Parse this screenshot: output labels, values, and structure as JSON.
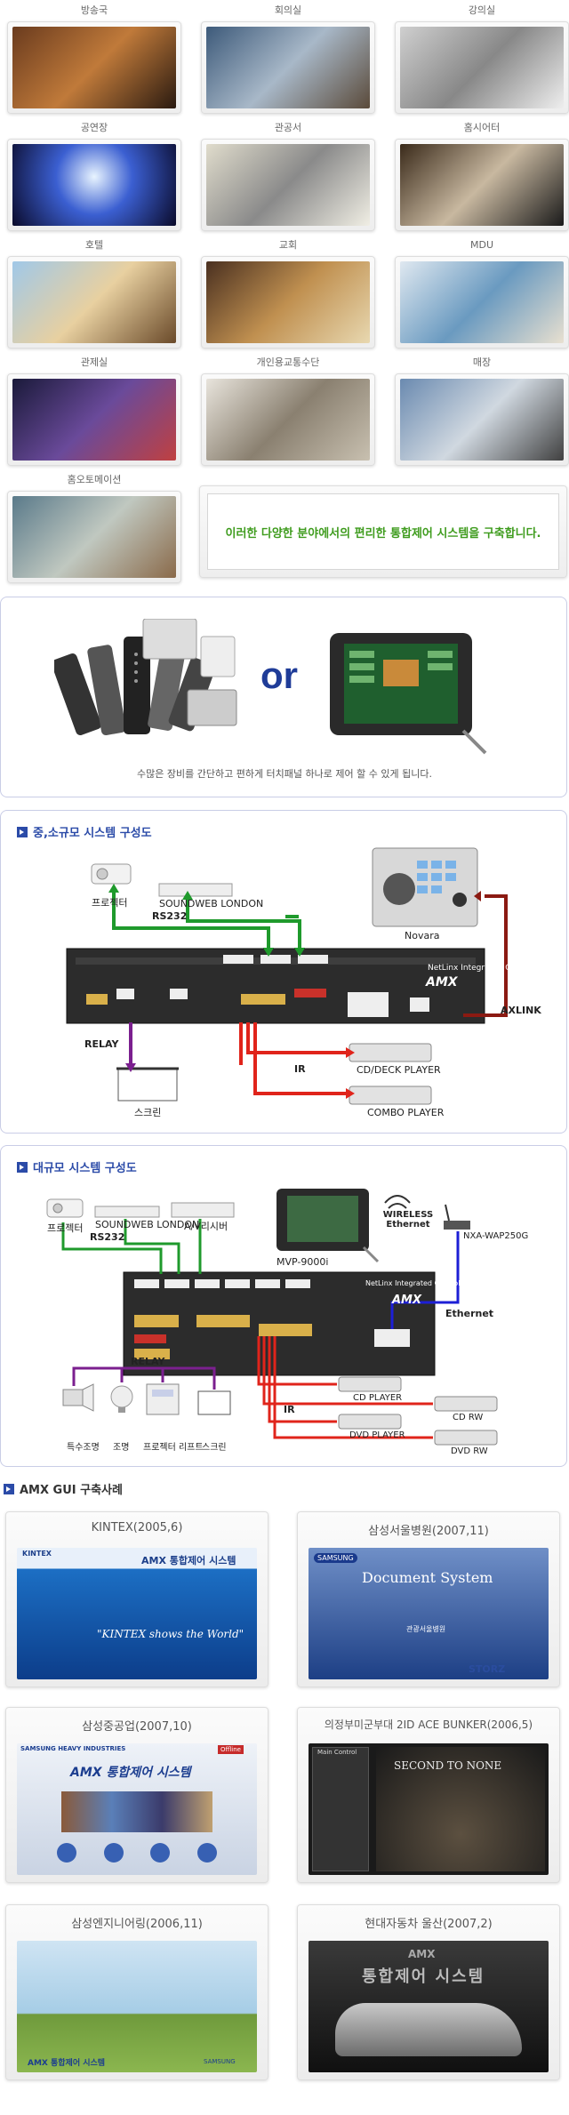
{
  "venues": [
    {
      "label": "방송국",
      "photo": "broadcast-studio"
    },
    {
      "label": "회의실",
      "photo": "meeting-room"
    },
    {
      "label": "강의실",
      "photo": "lecture-room"
    },
    {
      "label": "공연장",
      "photo": "concert-hall"
    },
    {
      "label": "관공서",
      "photo": "government-office"
    },
    {
      "label": "홈시어터",
      "photo": "home-theater"
    },
    {
      "label": "호텔",
      "photo": "hotel"
    },
    {
      "label": "교회",
      "photo": "church"
    },
    {
      "label": "MDU",
      "photo": "mdu-room"
    },
    {
      "label": "관제실",
      "photo": "control-room"
    },
    {
      "label": "개인용교통수단",
      "photo": "yacht-cockpit"
    },
    {
      "label": "매장",
      "photo": "store"
    },
    {
      "label": "홈오토메이션",
      "photo": "home-automation"
    }
  ],
  "slogan": "이러한 다양한 분야에서의 편리한 통합제어 시스템을 구축합니다.",
  "touch_panel": {
    "or_text": "or",
    "caption": "수많은 장비를 간단하고 편하게 터치패널 하나로 제어 할 수 있게 됩니다."
  },
  "small_system": {
    "title": "중,소규모 시스템 구성도",
    "labels": {
      "projector": "프로젝터",
      "soundweb": "SOUNDWEB LONDON",
      "rs232": "RS232",
      "novara": "Novara",
      "axlink": "AXLINK",
      "relay": "RELAY",
      "ir": "IR",
      "screen": "스크린",
      "cd_deck": "CD/DECK PLAYER",
      "combo": "COMBO PLAYER",
      "controller_brand": "AMX",
      "controller_name": "NetLinx Integrated Controller"
    }
  },
  "large_system": {
    "title": "대규모 시스템 구성도",
    "labels": {
      "projector": "프로젝터",
      "soundweb": "SOUNDWEB LONDON",
      "av_receiver": "A/V리시버",
      "rs232": "RS232",
      "mvp": "MVP-9000i",
      "wireless": "WIRELESS Ethernet",
      "nxa": "NXA-WAP250G",
      "ethernet": "Ethernet",
      "relay": "RELAY",
      "ir": "IR",
      "special_light": "특수조명",
      "light": "조명",
      "projector_lift": "프로젝터 리프트",
      "screen": "스크린",
      "cd_player": "CD PLAYER",
      "cd_rw": "CD RW",
      "dvd_player": "DVD PLAYER",
      "dvd_rw": "DVD RW",
      "controller_brand": "AMX",
      "controller_name": "NetLinx Integrated Controller"
    }
  },
  "gui_cases": {
    "heading": "AMX GUI 구축사례",
    "items": [
      {
        "title": "KINTEX(2005,6)",
        "screen_title": "AMX 통합제어 시스템",
        "screen_sub": "\"KINTEX shows the World\"",
        "brand": "KINTEX"
      },
      {
        "title": "삼성서울병원(2007,11)",
        "screen_title": "Document System",
        "screen_sub": "관광서울병원",
        "brand": "SAMSUNG",
        "footer": "STORZ"
      },
      {
        "title": "삼성중공업(2007,10)",
        "screen_title": "AMX 통합제어 시스템",
        "brand": "SAMSUNG HEAVY INDUSTRIES",
        "badge": "Offline"
      },
      {
        "title": "의정부미군부대 2ID ACE BUNKER(2006,5)",
        "screen_title": "SECOND TO NONE",
        "brand": "Main Control"
      },
      {
        "title": "삼성엔지니어링(2006,11)",
        "screen_title": "AMX 통합제어 시스템",
        "brand": "SAMSUNG"
      },
      {
        "title": "현대자동차 울산(2007,2)",
        "screen_title": "통합제어 시스템",
        "brand": "AMX"
      }
    ]
  },
  "colors": {
    "accent_blue": "#2b4ba8",
    "slogan_green": "#3f9c1e",
    "line_green": "#1f9a2c",
    "line_red": "#e0241b",
    "line_purple": "#7b1f8f",
    "line_blue": "#1d1fd6",
    "line_darkred": "#8b1a12"
  }
}
